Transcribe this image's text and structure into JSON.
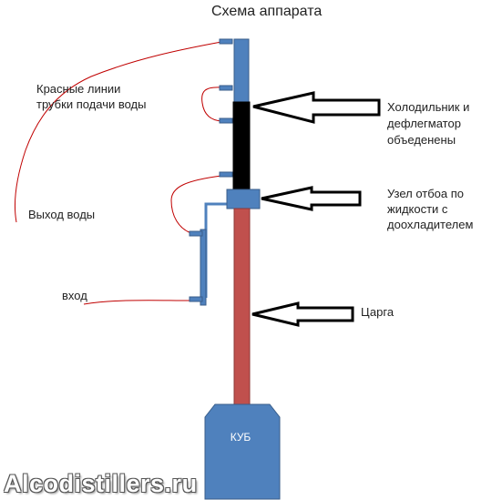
{
  "title": "Схема аппарата",
  "labels": {
    "red_lines_1": "Красные линии",
    "red_lines_2": "трубки подачи воды",
    "water_out": "Выход воды",
    "water_in": "вход",
    "cooler_1": "Холодильник и",
    "cooler_2": "дефлегматор",
    "cooler_3": "объеденены",
    "node_1": "Узел отбоа по",
    "node_2": "жидкости с",
    "node_3": "доохладителем",
    "column": "Царга",
    "kub": "КУБ"
  },
  "watermark": "Alcodistillers.ru",
  "colors": {
    "blue": "#4f81bd",
    "blue_border": "#385d8a",
    "black": "#000000",
    "column_red": "#c0504d",
    "column_border": "#8c3836",
    "water_line": "#c00000",
    "arrow_stroke": "#000000"
  }
}
